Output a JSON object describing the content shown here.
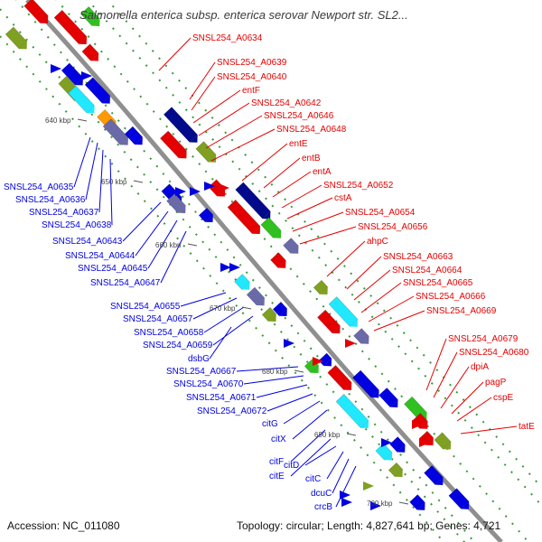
{
  "title": "Salmonella enterica subsp. enterica serovar Newport str. SL2...",
  "footer": {
    "accession": "Accession: NC_011080",
    "topology": "Topology: circular; Length: 4,827,641 bp; Genes: 4,721"
  },
  "colors": {
    "backbone": "#8f8f8f",
    "forward": "#e40000",
    "reverse": "#0000e0",
    "dark_navy": "#000a8a",
    "cyan": "#20e8ff",
    "green": "#30c020",
    "olive": "#7fa020",
    "slate": "#6a6aa8",
    "orange": "#ff9900",
    "tick_dots": "#3a9a3a"
  },
  "ticks": [
    "640 kbp",
    "650 kbp",
    "660 kbp",
    "670 kbp",
    "680 kbp",
    "690 kbp",
    "700 kbp"
  ],
  "labels_forward": [
    "SNSL254_A0634",
    "SNSL254_A0639",
    "SNSL254_A0640",
    "entF",
    "SNSL254_A0642",
    "SNSL254_A0646",
    "SNSL254_A0648",
    "entE",
    "entB",
    "entA",
    "SNSL254_A0652",
    "cstA",
    "SNSL254_A0654",
    "SNSL254_A0656",
    "ahpC",
    "SNSL254_A0663",
    "SNSL254_A0664",
    "SNSL254_A0665",
    "SNSL254_A0666",
    "SNSL254_A0669",
    "SNSL254_A0679",
    "SNSL254_A0680",
    "dpiA",
    "pagP",
    "cspE",
    "tatE"
  ],
  "labels_reverse": [
    "SNSL254_A0635",
    "SNSL254_A0636",
    "SNSL254_A0637",
    "SNSL254_A0638",
    "SNSL254_A0643",
    "SNSL254_A0644",
    "SNSL254_A0645",
    "SNSL254_A0647",
    "SNSL254_A0655",
    "SNSL254_A0657",
    "SNSL254_A0658",
    "SNSL254_A0659",
    "dsbG",
    "SNSL254_A0667",
    "SNSL254_A0670",
    "SNSL254_A0671",
    "SNSL254_A0672",
    "citG",
    "citX",
    "citF",
    "citE",
    "citD",
    "citC",
    "dcuC",
    "crcB"
  ]
}
